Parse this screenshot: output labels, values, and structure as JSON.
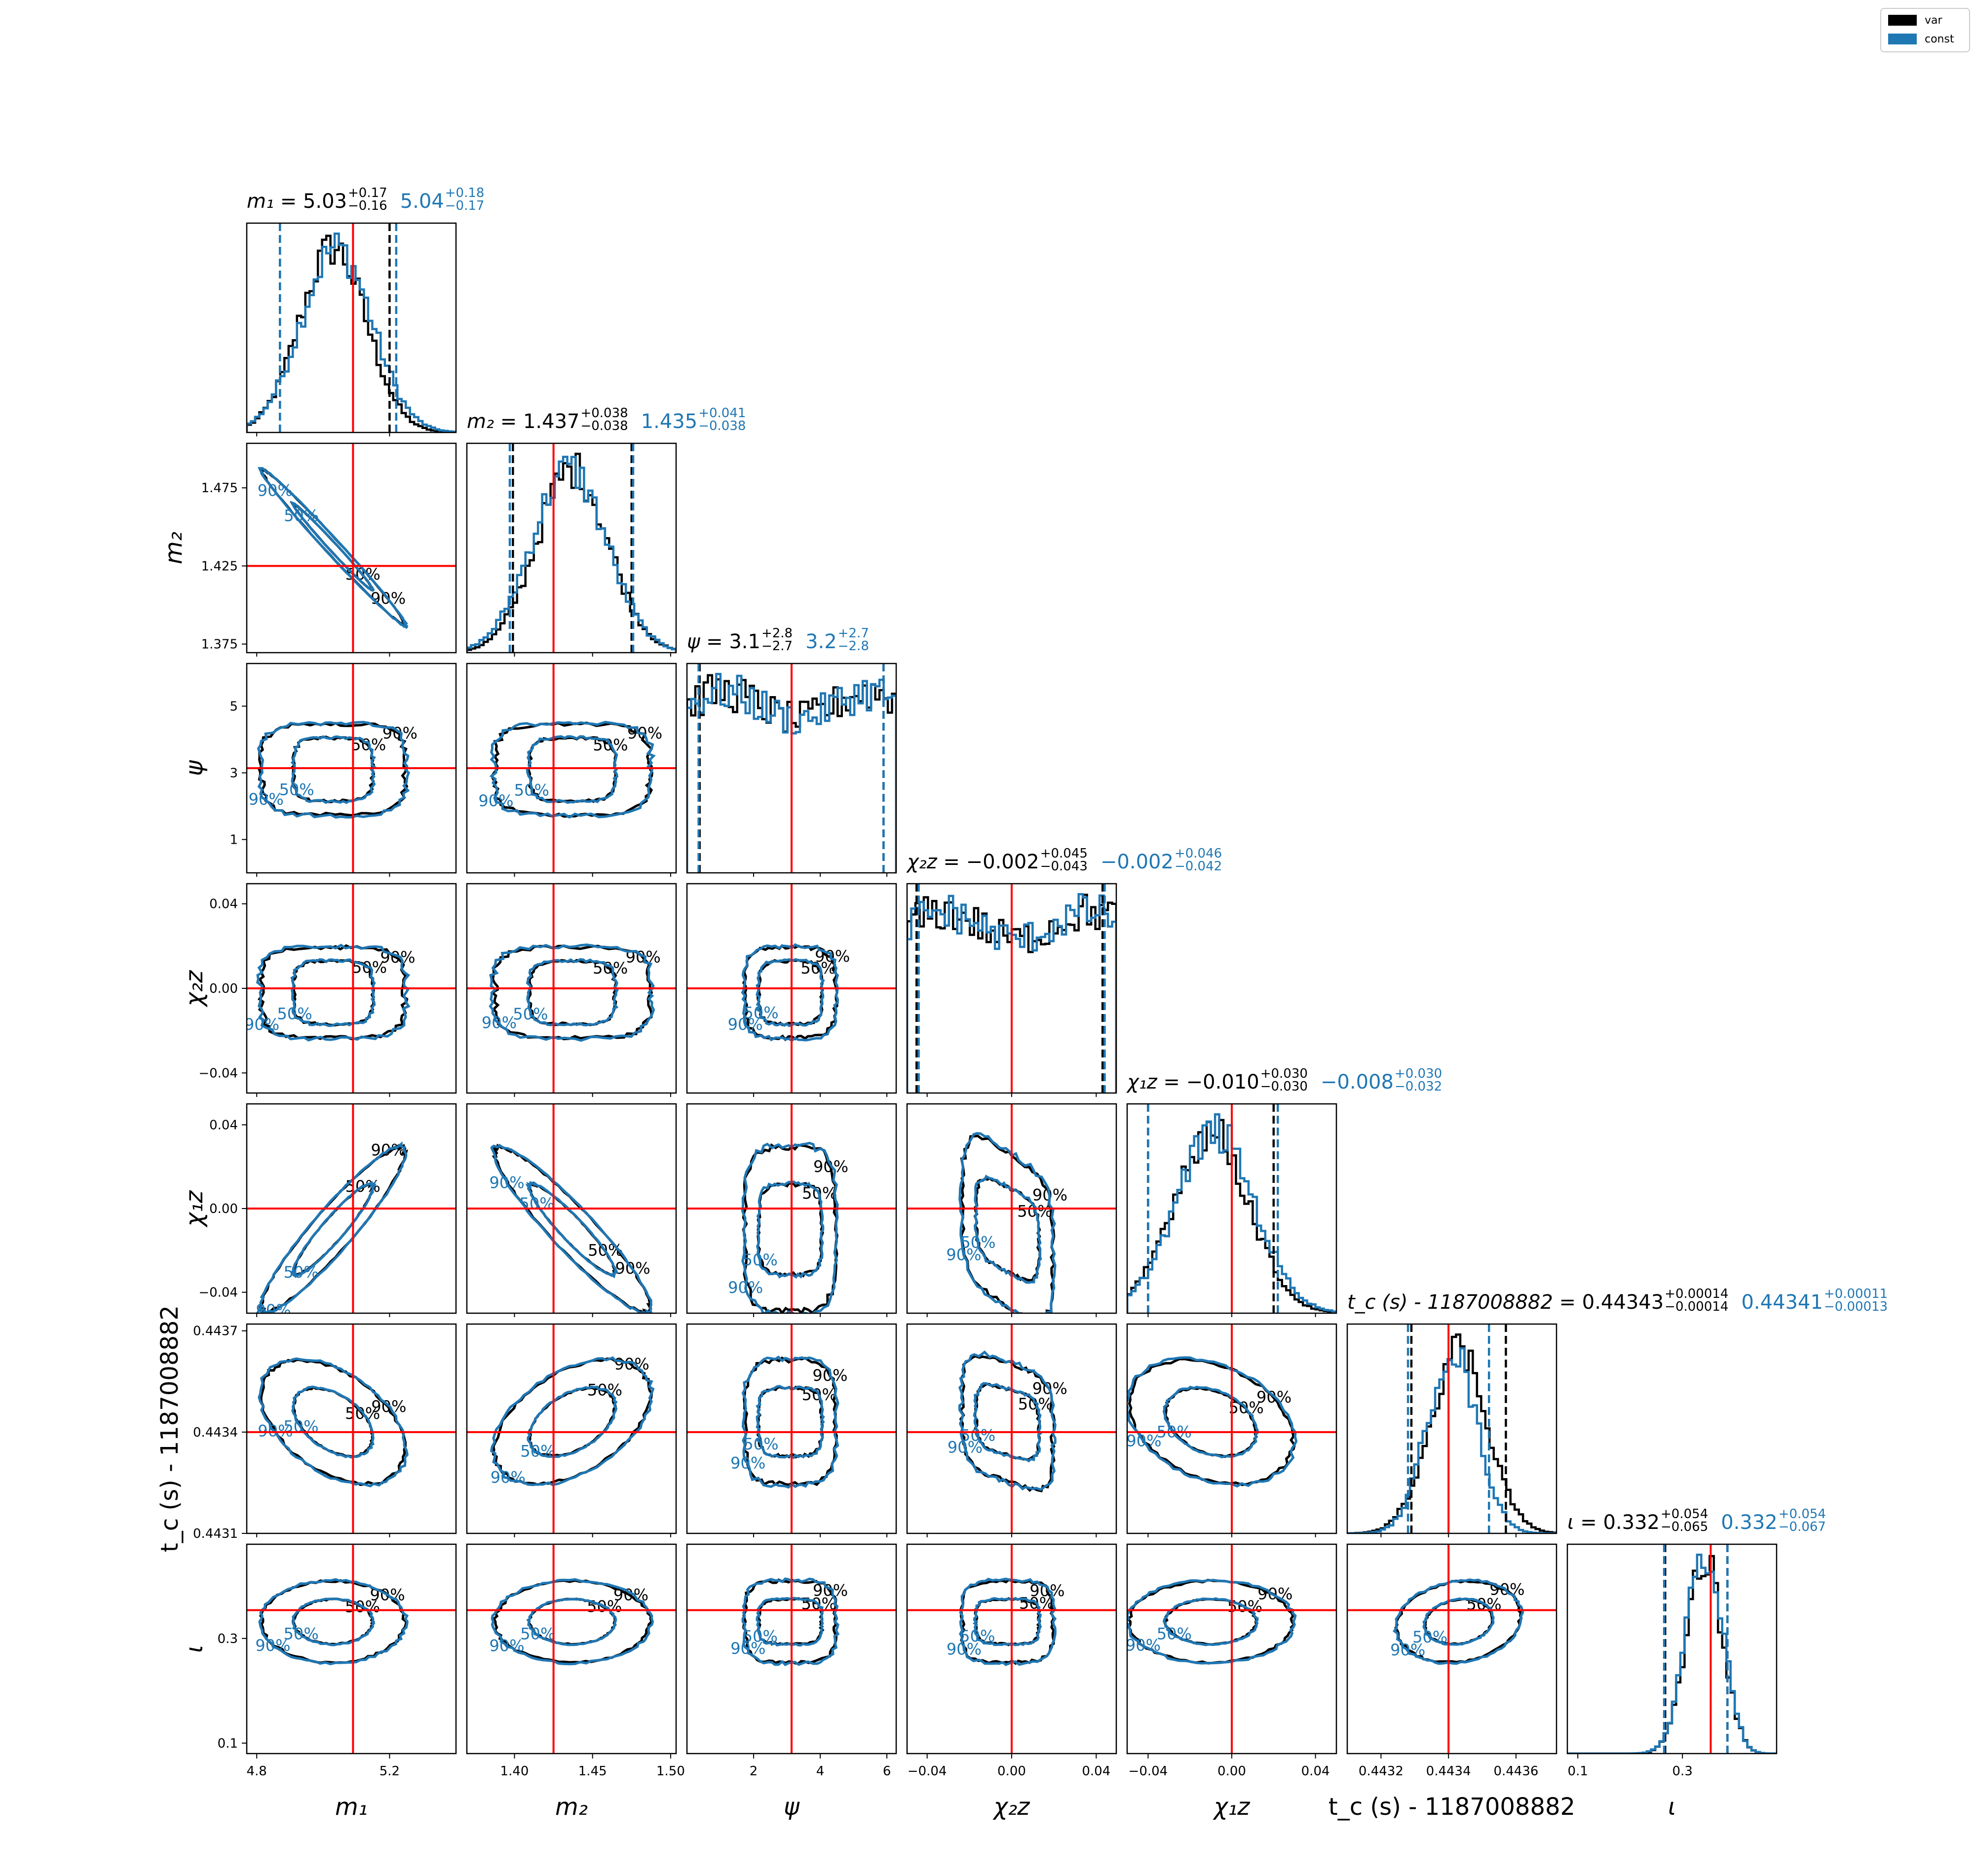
{
  "legend": {
    "entries": [
      {
        "label": "var",
        "color": "#000000"
      },
      {
        "label": "const",
        "color": "#1f77b4"
      }
    ]
  },
  "colors": {
    "var": "#000000",
    "const": "#1f77b4",
    "truth": "#ff0000"
  },
  "titles": [
    {
      "param": "m1",
      "lab": "m₁",
      "var": {
        "med": "5.03",
        "plus": "+0.17",
        "minus": "−0.16"
      },
      "const": {
        "med": "5.04",
        "plus": "+0.18",
        "minus": "−0.17"
      }
    },
    {
      "param": "m2",
      "lab": "m₂",
      "var": {
        "med": "1.437",
        "plus": "+0.038",
        "minus": "−0.038"
      },
      "const": {
        "med": "1.435",
        "plus": "+0.041",
        "minus": "−0.038"
      }
    },
    {
      "param": "psi",
      "lab": "ψ",
      "var": {
        "med": "3.1",
        "plus": "+2.8",
        "minus": "−2.7"
      },
      "const": {
        "med": "3.2",
        "plus": "+2.7",
        "minus": "−2.8"
      }
    },
    {
      "param": "chi2z",
      "lab": "χ₂z",
      "var": {
        "med": "−0.002",
        "plus": "+0.045",
        "minus": "−0.043"
      },
      "const": {
        "med": "−0.002",
        "plus": "+0.046",
        "minus": "−0.042"
      }
    },
    {
      "param": "chi1z",
      "lab": "χ₁z",
      "var": {
        "med": "−0.010",
        "plus": "+0.030",
        "minus": "−0.030"
      },
      "const": {
        "med": "−0.008",
        "plus": "+0.030",
        "minus": "−0.032"
      }
    },
    {
      "param": "tc",
      "lab": "t_c (s) - 1187008882",
      "var": {
        "med": "0.44343",
        "plus": "+0.00014",
        "minus": "−0.00014"
      },
      "const": {
        "med": "0.44341",
        "plus": "+0.00011",
        "minus": "−0.00013"
      }
    },
    {
      "param": "iota",
      "lab": "ι",
      "var": {
        "med": "0.332",
        "plus": "+0.054",
        "minus": "−0.065"
      },
      "const": {
        "med": "0.332",
        "plus": "+0.054",
        "minus": "−0.067"
      }
    }
  ],
  "chart_data": {
    "type": "corner",
    "parameters": [
      {
        "name": "m1",
        "axis_label": "m₁",
        "range": [
          4.77,
          5.4
        ],
        "ticks": [
          4.8,
          5.2
        ],
        "tick_labels": [
          "4.8",
          "5.2"
        ],
        "truth": 5.09,
        "var_quantiles": [
          4.87,
          5.03,
          5.2
        ],
        "const_quantiles": [
          4.87,
          5.04,
          5.22
        ]
      },
      {
        "name": "m2",
        "axis_label": "m₂",
        "range": [
          1.3695,
          1.5035
        ],
        "ticks": [
          1.4,
          1.45,
          1.5
        ],
        "tick_labels": [
          "1.40",
          "1.45",
          "1.50"
        ],
        "y_ticks": [
          1.375,
          1.425,
          1.475
        ],
        "y_tick_labels": [
          "1.375",
          "1.425",
          "1.475"
        ],
        "truth": 1.425,
        "var_quantiles": [
          1.399,
          1.437,
          1.475
        ],
        "const_quantiles": [
          1.397,
          1.435,
          1.476
        ]
      },
      {
        "name": "psi",
        "axis_label": "ψ",
        "range": [
          0.0,
          6.28
        ],
        "ticks": [
          2,
          4,
          6
        ],
        "tick_labels": [
          "2",
          "4",
          "6"
        ],
        "y_ticks": [
          1,
          3,
          5
        ],
        "y_tick_labels": [
          "1",
          "3",
          "5"
        ],
        "truth": 3.14,
        "var_quantiles": [
          0.38,
          3.1,
          5.9
        ],
        "const_quantiles": [
          0.35,
          3.2,
          5.9
        ]
      },
      {
        "name": "chi2z",
        "axis_label": "χ₂z",
        "range": [
          -0.0495,
          0.0495
        ],
        "ticks": [
          -0.04,
          0.0,
          0.04
        ],
        "tick_labels": [
          "−0.04",
          "0.00",
          "0.04"
        ],
        "truth": 0.0,
        "var_quantiles": [
          -0.045,
          -0.002,
          0.043
        ],
        "const_quantiles": [
          -0.044,
          -0.002,
          0.044
        ]
      },
      {
        "name": "chi1z",
        "axis_label": "χ₁z",
        "range": [
          -0.05,
          0.05
        ],
        "ticks": [
          -0.04,
          0.0,
          0.04
        ],
        "tick_labels": [
          "−0.04",
          "0.00",
          "0.04"
        ],
        "truth": 0.0,
        "var_quantiles": [
          -0.04,
          -0.01,
          0.02
        ],
        "const_quantiles": [
          -0.04,
          -0.008,
          0.022
        ]
      },
      {
        "name": "tc",
        "axis_label": "t_c (s) - 1187008882",
        "range": [
          0.4431,
          0.44372
        ],
        "ticks": [
          0.4432,
          0.4434,
          0.4436
        ],
        "tick_labels": [
          "0.4432",
          "0.4434",
          "0.4436"
        ],
        "y_ticks": [
          0.4431,
          0.4434,
          0.4437
        ],
        "y_tick_labels": [
          "0.4431",
          "0.4434",
          "0.4437"
        ],
        "truth": 0.4434,
        "var_quantiles": [
          0.44329,
          0.44343,
          0.44357
        ],
        "const_quantiles": [
          0.44328,
          0.44341,
          0.44352
        ]
      },
      {
        "name": "iota",
        "axis_label": "ι",
        "range": [
          0.08,
          0.48
        ],
        "ticks": [
          0.1,
          0.3
        ],
        "tick_labels": [
          "0.1",
          "0.3"
        ],
        "truth": 0.354,
        "var_quantiles": [
          0.267,
          0.332,
          0.386
        ],
        "const_quantiles": [
          0.265,
          0.332,
          0.386
        ]
      }
    ],
    "contour_levels": [
      "50%",
      "90%"
    ],
    "series": [
      {
        "name": "var"
      },
      {
        "name": "const"
      }
    ]
  }
}
